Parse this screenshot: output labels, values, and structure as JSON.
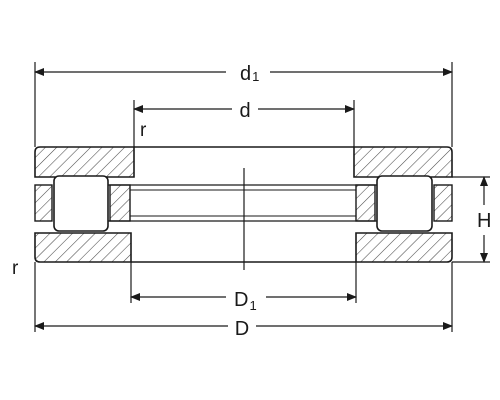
{
  "labels": {
    "d1_main": "d",
    "d1_sub": "1",
    "d": "d",
    "r_top": "r",
    "r_left": "r",
    "H": "H",
    "D1_main": "D",
    "D1_sub": "1",
    "D": "D"
  },
  "colors": {
    "line": "#1a1a1a",
    "hatch": "#4a4a4a",
    "roller_fill": "#ffffff",
    "background": "#ffffff"
  }
}
